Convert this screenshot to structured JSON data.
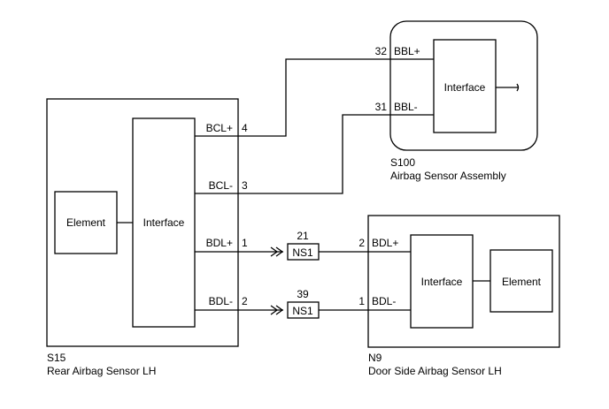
{
  "components": {
    "s15": {
      "code": "S15",
      "name": "Rear Airbag Sensor LH",
      "element_label": "Element",
      "interface_label": "Interface",
      "pins": [
        {
          "signal": "BCL+",
          "pin": "4"
        },
        {
          "signal": "BCL-",
          "pin": "3"
        },
        {
          "signal": "BDL+",
          "pin": "1"
        },
        {
          "signal": "BDL-",
          "pin": "2"
        }
      ]
    },
    "s100": {
      "code": "S100",
      "name": "Airbag Sensor Assembly",
      "interface_label": "Interface",
      "pins": [
        {
          "signal": "BBL+",
          "pin": "32"
        },
        {
          "signal": "BBL-",
          "pin": "31"
        }
      ]
    },
    "n9": {
      "code": "N9",
      "name": "Door Side Airbag Sensor LH",
      "element_label": "Element",
      "interface_label": "Interface",
      "pins": [
        {
          "signal": "BDL+",
          "pin": "2"
        },
        {
          "signal": "BDL-",
          "pin": "1"
        }
      ]
    }
  },
  "connectors": [
    {
      "name": "NS1",
      "pin": "21"
    },
    {
      "name": "NS1",
      "pin": "39"
    }
  ]
}
